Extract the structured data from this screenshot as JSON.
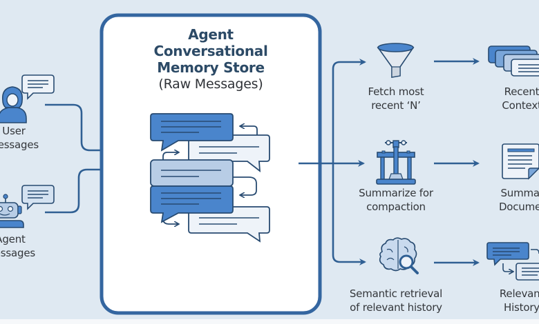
{
  "diagram": {
    "title": "Agent Conversational Memory Store",
    "colors": {
      "background": "#dfe9f2",
      "primary": "#2f6aa8",
      "accent": "#4a85cc",
      "light_fill": "#eef3f9",
      "mid_fill": "#b8cde6",
      "dark_stroke": "#274a70"
    },
    "inputs": [
      {
        "id": "user",
        "icon": "user-avatar-icon",
        "label_line1": "User",
        "label_line2": "Messages"
      },
      {
        "id": "agent",
        "icon": "robot-icon",
        "label_line1": "Agent",
        "label_line2": "Messages"
      }
    ],
    "store": {
      "title_line1": "Agent",
      "title_line2": "Conversational",
      "title_line3": "Memory Store",
      "subtitle": "(Raw Messages)",
      "icon": "message-stack-icon"
    },
    "strategies": [
      {
        "id": "fetch",
        "icon": "funnel-icon",
        "label_line1": "Fetch most",
        "label_line2": "recent ‘N’",
        "output": {
          "icon": "stacked-cards-icon",
          "label_line1": "Recent",
          "label_line2": "Context"
        }
      },
      {
        "id": "summarize",
        "icon": "press-icon",
        "label_line1": "Summarize for",
        "label_line2": "compaction",
        "output": {
          "icon": "document-icon",
          "label_line1": "Summary",
          "label_line2": "Document"
        }
      },
      {
        "id": "semantic",
        "icon": "brain-search-icon",
        "label_line1": "Semantic retrieval",
        "label_line2": "of relevant history",
        "output": {
          "icon": "linked-messages-icon",
          "label_line1": "Relevant",
          "label_line2": "History"
        }
      }
    ]
  }
}
